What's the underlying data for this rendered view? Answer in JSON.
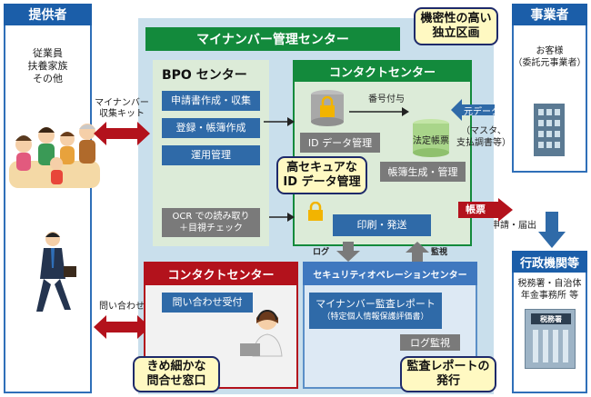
{
  "provider": {
    "header": "提供者",
    "lines": [
      "従業員",
      "扶養家族",
      "その他"
    ]
  },
  "business": {
    "header": "事業者",
    "lines": [
      "お客様",
      "（委託元事業者）"
    ]
  },
  "gov": {
    "header": "行政機関等",
    "lines": [
      "税務署・自治体",
      "年金事務所 等"
    ],
    "sign": "税務署"
  },
  "secure_zone_callout": [
    "機密性の高い",
    "独立区画"
  ],
  "mynumber_center": "マイナンバー管理センター",
  "bpo": {
    "title": "BPO センター",
    "items": [
      "申請書作成・収集",
      "登録・帳簿作成",
      "運用管理"
    ],
    "ocr": [
      "OCR での読み取り",
      "＋目視チェック"
    ]
  },
  "contact_top": {
    "title": "コンタクトセンター",
    "numbering": "番号付与",
    "id_mgmt": "ID データ管理",
    "ledger": "法定帳票",
    "ledger_gen": "帳簿生成・管理",
    "print": "印刷・発送"
  },
  "id_callout": [
    "高セキュアな",
    "ID データ管理"
  ],
  "origin_data": {
    "title": "元データ",
    "detail": [
      "（マスタ、",
      "支払調書等）"
    ]
  },
  "ledger_tag": "帳票",
  "apply_label": "申請・届出",
  "kit_label": [
    "マイナンバー",
    "収集キット"
  ],
  "inquiry_label": "問い合わせ",
  "log_label": "ログ",
  "monitor_label": "監視",
  "contact_bottom": {
    "title": "コンタクトセンター",
    "accept": "問い合わせ受付"
  },
  "contact_callout": [
    "きめ細かな",
    "問合せ窓口"
  ],
  "soc": {
    "title": "セキュリティオペレーションセンター",
    "report": "マイナンバー監査レポート",
    "report_sub": "（特定個人情報保護評価書）",
    "log_monitor": "ログ監視"
  },
  "audit_callout": [
    "監査レポートの",
    "発行"
  ],
  "colors": {
    "blue": "#1b5ea9",
    "green": "#138a3c",
    "red": "#b3121c",
    "panel_bg": "#c9dfec",
    "callout_bg": "#fff9c2"
  }
}
